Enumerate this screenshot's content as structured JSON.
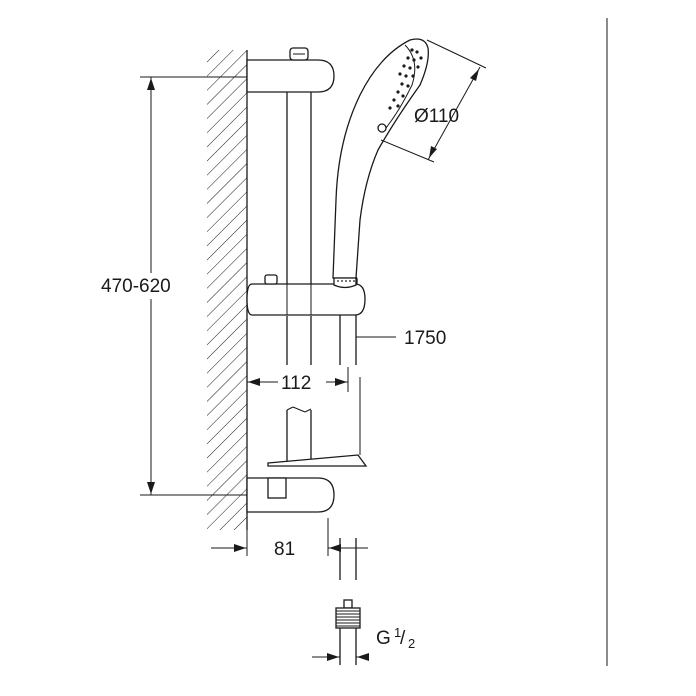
{
  "dimensions": {
    "height_range": "470-620",
    "hose_length": "1750",
    "shower_head_diameter": "Ø110",
    "slider_projection": "112",
    "wall_bracket_depth": "81",
    "thread": {
      "main": "G",
      "numerator": "1",
      "denominator": "2"
    }
  }
}
